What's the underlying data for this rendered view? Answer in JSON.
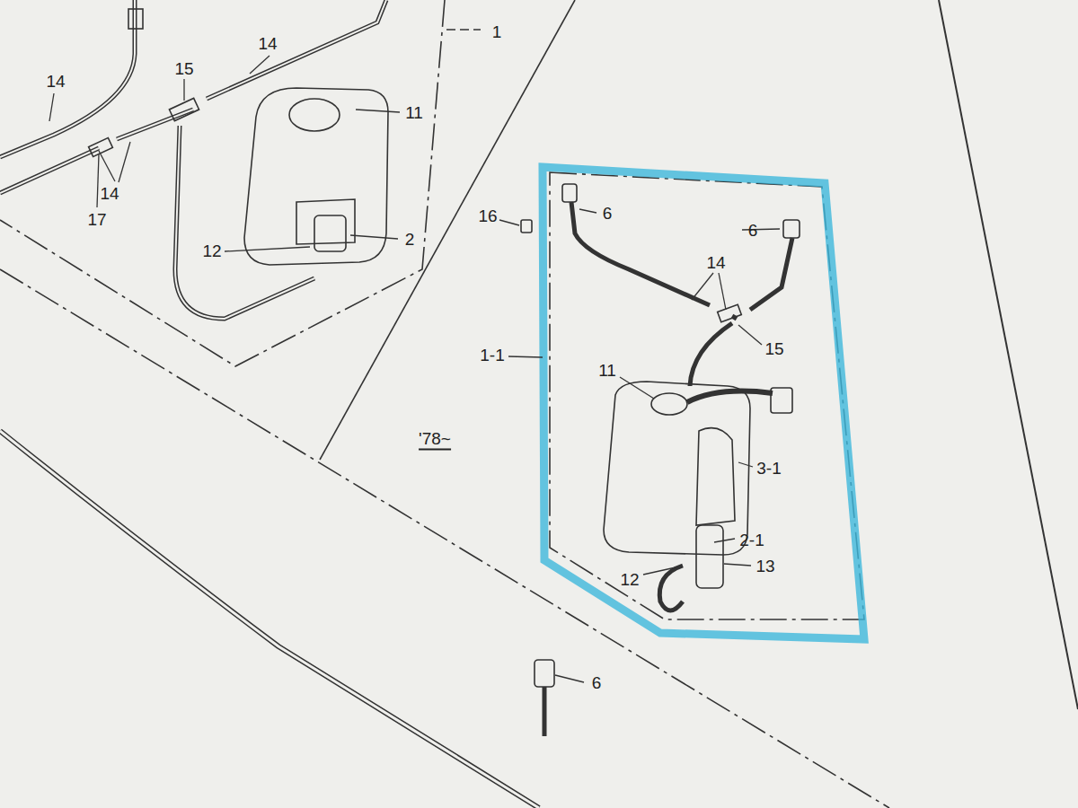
{
  "diagram": {
    "labels": [
      "1",
      "14",
      "15",
      "14",
      "11",
      "14",
      "17",
      "16",
      "6",
      "2",
      "12",
      "6",
      "14",
      "15",
      "1-1",
      "11",
      "'78~",
      "3-1",
      "2-1",
      "12",
      "13",
      "6"
    ]
  }
}
